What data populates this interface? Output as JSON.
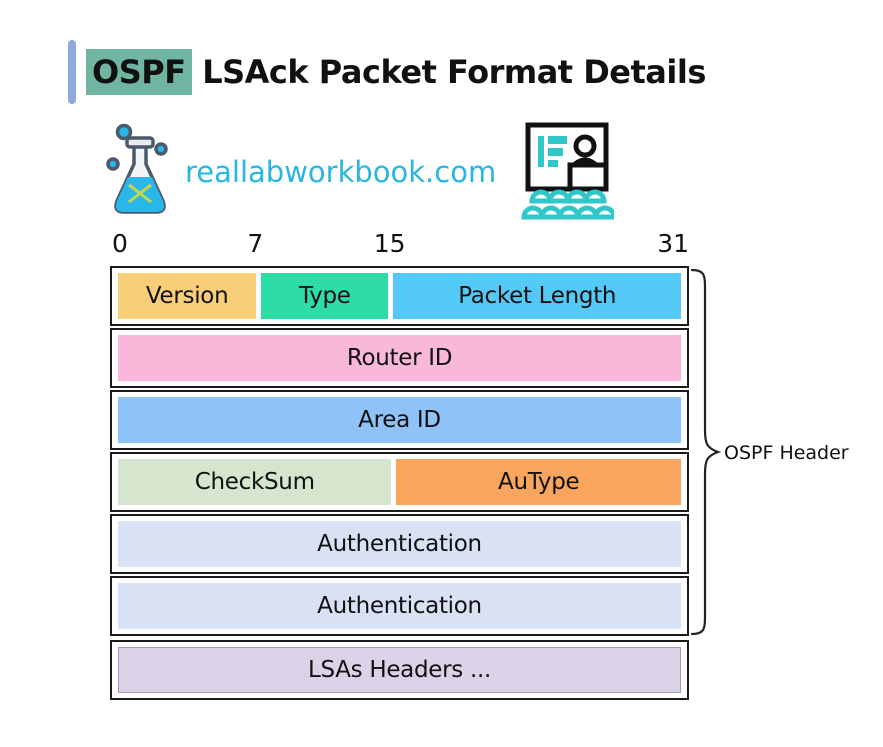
{
  "title": {
    "highlight": "OSPF",
    "rest": " LSAck Packet Format Details"
  },
  "brand": {
    "site": "reallabworkbook.com"
  },
  "bits": {
    "labels": [
      "0",
      "7",
      "15",
      "31"
    ]
  },
  "packet": {
    "rows": [
      {
        "cells": [
          {
            "label": "Version",
            "color": "#F8CE79",
            "flex": 25
          },
          {
            "label": "Type",
            "color": "#2EDCA5",
            "flex": 23
          },
          {
            "label": "Packet Length",
            "color": "#54C9F6",
            "flex": 52
          }
        ]
      },
      {
        "cells": [
          {
            "label": "Router ID",
            "color": "#F9B7D9",
            "flex": 100
          }
        ]
      },
      {
        "cells": [
          {
            "label": "Area ID",
            "color": "#8FC2F7",
            "flex": 100
          }
        ]
      },
      {
        "cells": [
          {
            "label": "CheckSum",
            "color": "#D6E6CE",
            "flex": 49
          },
          {
            "label": "AuType",
            "color": "#F9A55E",
            "flex": 51
          }
        ]
      },
      {
        "cells": [
          {
            "label": "Authentication",
            "color": "#D9E2F4",
            "flex": 100
          }
        ]
      },
      {
        "cells": [
          {
            "label": "Authentication",
            "color": "#D9E2F4",
            "flex": 100
          }
        ]
      },
      {
        "cells": [
          {
            "label": "LSAs Headers ...",
            "color": "#DBD2E7",
            "flex": 100,
            "cell_border": "#A897BF"
          }
        ]
      }
    ],
    "header_group_rows": 6,
    "brace_label": "OSPF Header"
  },
  "colors": {
    "accent_bar": "#8FAADC",
    "title_highlight": "#70B5A1",
    "site_text": "#29B6E0",
    "flask_blue": "#29B6E8",
    "icon_teal": "#2FC7C9",
    "row_border": "#1A1A1A"
  },
  "icons": {
    "flask": "lab-flask-icon",
    "presentation": "presentation-audience-icon"
  }
}
